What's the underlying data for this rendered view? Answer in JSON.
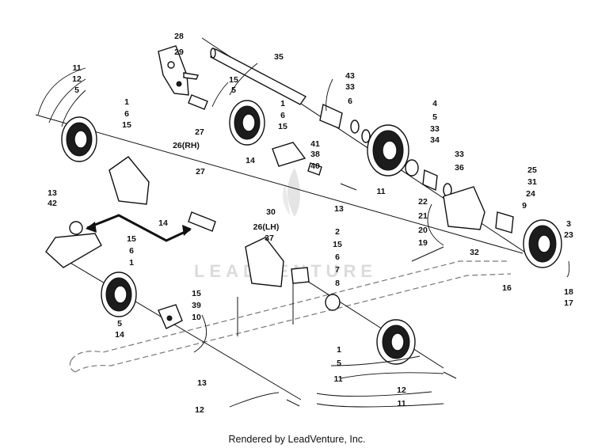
{
  "watermark": {
    "text": "LEADVENTURE"
  },
  "footer": {
    "credit": "Rendered by LeadVenture, Inc."
  },
  "callouts": {
    "c28": "28",
    "c29": "29",
    "c35": "35",
    "c15a": "15",
    "c5a": "5",
    "c11a": "11",
    "c12a": "12",
    "c5b": "5",
    "c1a": "1",
    "c6a": "6",
    "c15b": "15",
    "c1b": "1",
    "c6b": "6",
    "c15c": "15",
    "c27a": "27",
    "c26rh": "26(RH)",
    "c43": "43",
    "c33a": "33",
    "c6c": "6",
    "c4": "4",
    "c5c": "5",
    "c33b": "33",
    "c34": "34",
    "c33c": "33",
    "c36": "36",
    "c14a": "14",
    "c41": "41",
    "c38": "38",
    "c40": "40",
    "c11b": "11",
    "c13a": "13",
    "c27b": "27",
    "c13b": "13",
    "c42": "42",
    "c14b": "14",
    "c25": "25",
    "c31": "31",
    "c24": "24",
    "c22": "22",
    "c9": "9",
    "c3": "3",
    "c23": "23",
    "c21": "21",
    "c20": "20",
    "c19": "19",
    "c32": "32",
    "c16": "16",
    "c18": "18",
    "c17": "17",
    "c30": "30",
    "c26lh": "26(LH)",
    "c37": "37",
    "c2": "2",
    "c15d": "15",
    "c6d": "6",
    "c7": "7",
    "c8": "8",
    "c15e": "15",
    "c6e": "6",
    "c1c": "1",
    "c15f": "15",
    "c39": "39",
    "c10": "10",
    "c5d": "5",
    "c14c": "14",
    "c13c": "13",
    "c1d": "1",
    "c5e": "5",
    "c12b": "12",
    "c11c": "11",
    "c11d": "11",
    "c12c": "12"
  }
}
